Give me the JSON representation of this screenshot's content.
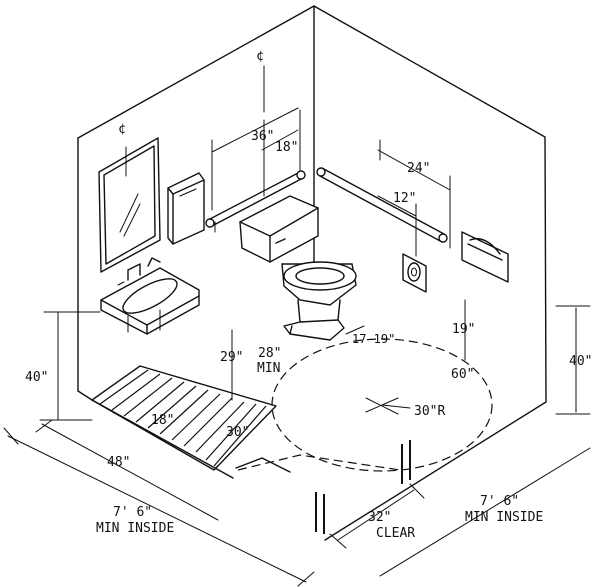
{
  "labels": {
    "centerline_mirror": "¢",
    "centerline_toilet": "¢",
    "dim_36": "36\"",
    "dim_18_top": "18\"",
    "dim_24": "24\"",
    "dim_12": "12\"",
    "dim_17_19": "17-19\"",
    "dim_19": "19\"",
    "dim_60": "60\"",
    "dim_28": "28\"",
    "dim_min": "MIN",
    "dim_29": "29\"",
    "dim_18_floor": "18\"",
    "dim_30_floor": "30\"",
    "dim_30r": "30\"R",
    "dim_40_left": "40\"",
    "dim_40_right": "40\"",
    "dim_48": "48\"",
    "left_width": "7' 6\"",
    "left_min_inside": "MIN INSIDE",
    "right_width": "7' 6\"",
    "right_min_inside": "MIN INSIDE",
    "dim_32": "32\"",
    "clear": "CLEAR"
  }
}
